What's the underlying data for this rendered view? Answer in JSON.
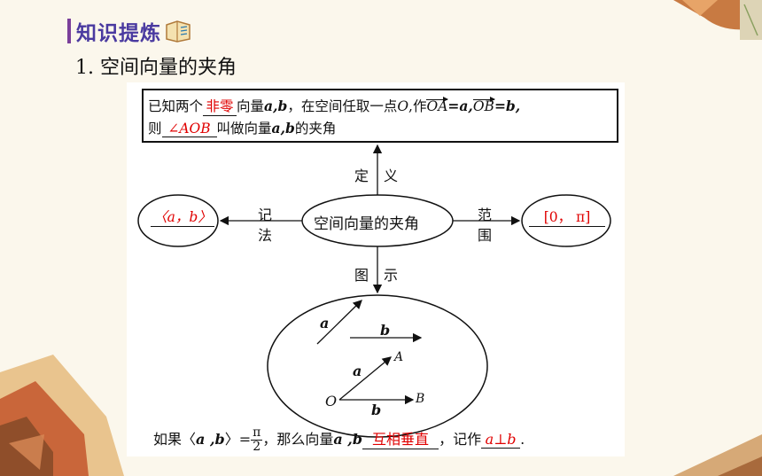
{
  "header": {
    "title": "知识提炼"
  },
  "section": {
    "title": "1. 空间向量的夹角"
  },
  "definition": {
    "line1_a": "已知两个",
    "line1_fill": "非零",
    "line1_b": "向量",
    "line1_vars": "a,b",
    "line1_c": "，在空间任取一点",
    "line1_point": "O",
    "line1_d": ",作",
    "vec_oa": "OA",
    "eq_a": "=a,",
    "vec_ob": "OB",
    "eq_b": "=b,",
    "line2_a": "则",
    "line2_fill": "∠AOB",
    "line2_b": "叫做向量",
    "line2_vars": "a,b",
    "line2_c": "的夹角"
  },
  "diagram": {
    "center": "空间向量的夹角",
    "top_label_1": "定",
    "top_label_2": "义",
    "left_label_1": "记",
    "left_label_2": "法",
    "right_label_1": "范",
    "right_label_2": "围",
    "bottom_label_1": "图",
    "bottom_label_2": "示",
    "notation": "〈a，b〉",
    "range": "[0， π]"
  },
  "figure": {
    "vec_a_1": "a",
    "vec_b_1": "b",
    "vec_a_2": "a",
    "vec_b_2": "b",
    "point_o": "O",
    "point_a": "A",
    "point_b": "B"
  },
  "conclusion": {
    "part1": "如果〈",
    "vars": "a ,b",
    "part2": "〉=",
    "frac_num": "π",
    "frac_den": "2",
    "part3": "，那么向量",
    "vars2": "a ,b",
    "fill1": "互相垂直",
    "part4": "，记作",
    "fill2": "a⊥b",
    "end": "."
  },
  "colors": {
    "accent": "#4a3aa0",
    "answer": "#e00000",
    "bar": "#7a3f9a"
  }
}
